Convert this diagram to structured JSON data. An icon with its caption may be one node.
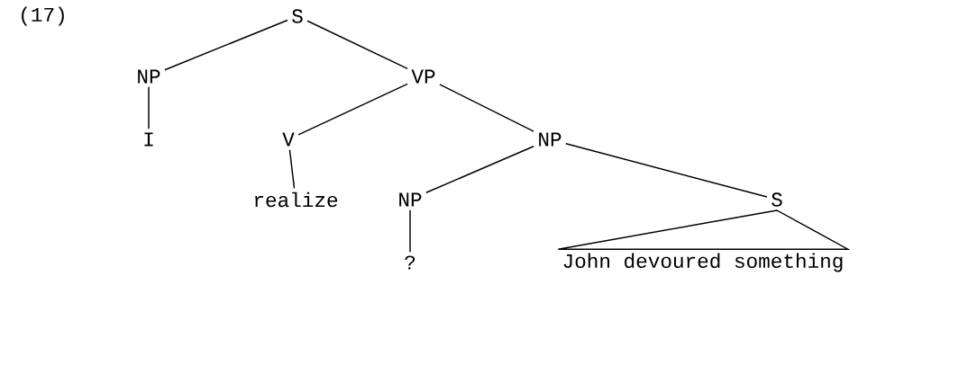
{
  "diagram": {
    "nodes": [
      {
        "text": [
          "S"
        ]
      },
      {
        "text": [
          "NP"
        ]
      },
      {
        "text": [
          "VP"
        ]
      },
      {
        "text": [
          "I"
        ]
      },
      {
        "text": [
          "V"
        ]
      },
      {
        "text": [
          "NP"
        ]
      },
      {
        "text": [
          "realize"
        ]
      },
      {
        "text": [
          "NP"
        ]
      },
      {
        "text": [
          "S"
        ]
      },
      {
        "text": [
          "?"
        ]
      },
      {
        "text": [
          "John devoured something"
        ]
      }
    ],
    "edges": [
      {
        "from": 0,
        "to": 1,
        "arrow": "none"
      },
      {
        "from": 0,
        "to": 2,
        "arrow": "none"
      },
      {
        "from": 1,
        "to": 3,
        "arrow": "none"
      },
      {
        "from": 2,
        "to": 4,
        "arrow": "none"
      },
      {
        "from": 2,
        "to": 5,
        "arrow": "none"
      },
      {
        "from": 4,
        "to": 6,
        "arrow": "none"
      },
      {
        "from": 5,
        "to": 7,
        "arrow": "none"
      },
      {
        "from": 5,
        "to": 8,
        "arrow": "none"
      },
      {
        "from": 7,
        "to": 9,
        "arrow": "none"
      },
      {
        "from": 8,
        "to": 10,
        "arrow": "none"
      }
    ],
    "labels": [
      "(17)"
    ]
  }
}
